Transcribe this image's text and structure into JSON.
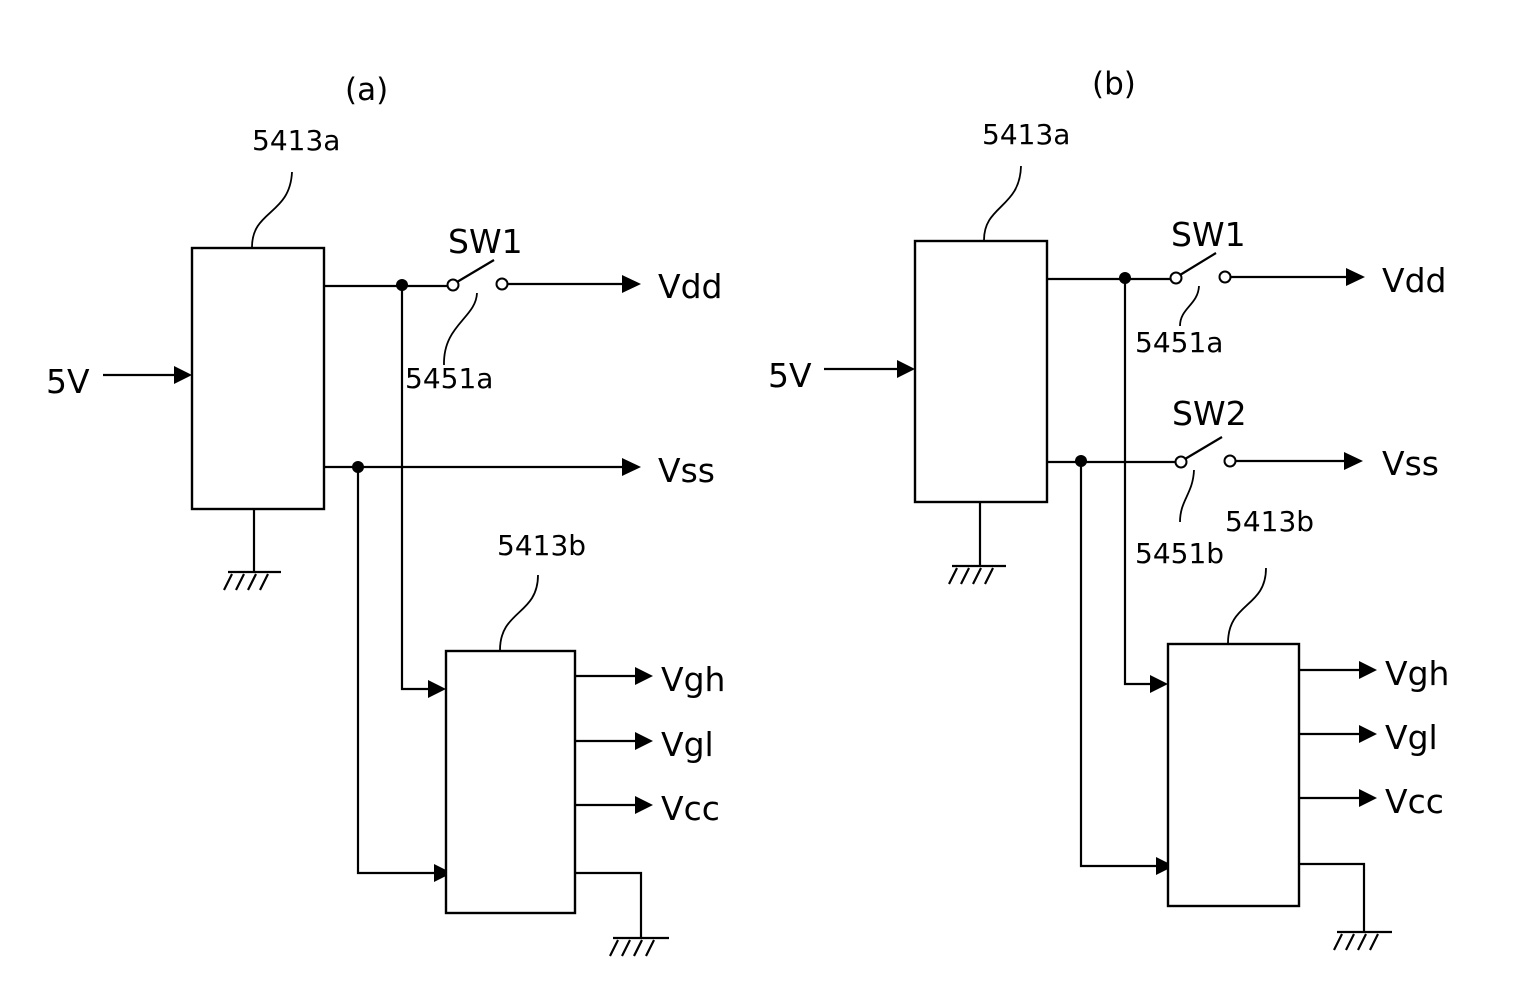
{
  "panels": {
    "a": {
      "title": "(a)",
      "converter_ref": "5413a",
      "input_label": "5V",
      "switch1_label": "SW1",
      "switch1_ref": "5451a",
      "out_vdd": "Vdd",
      "out_vss": "Vss",
      "sub_converter_ref": "5413b",
      "out_vgh": "Vgh",
      "out_vgl": "Vgl",
      "out_vcc": "Vcc"
    },
    "b": {
      "title": "(b)",
      "converter_ref": "5413a",
      "input_label": "5V",
      "switch1_label": "SW1",
      "switch1_ref": "5451a",
      "switch2_label": "SW2",
      "switch2_ref": "5451b",
      "out_vdd": "Vdd",
      "out_vss": "Vss",
      "sub_converter_ref": "5413b",
      "out_vgh": "Vgh",
      "out_vgl": "Vgl",
      "out_vcc": "Vcc"
    }
  }
}
